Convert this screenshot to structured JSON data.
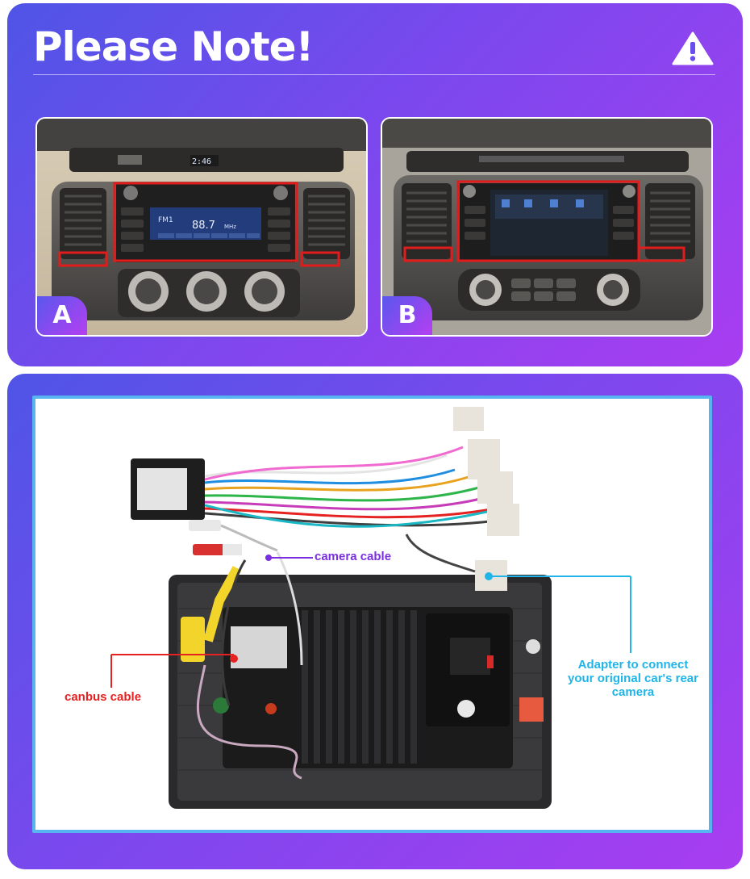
{
  "header": {
    "title": "Please Note!",
    "warning_icon": "warning-triangle-icon"
  },
  "photos": [
    {
      "badge": "A",
      "clock": "2:46",
      "radio_band": "FM1",
      "radio_freq": "88.7",
      "radio_unit": "MHz"
    },
    {
      "badge": "B"
    }
  ],
  "labels": {
    "camera": "camera cable",
    "canbus": "canbus cable",
    "adapter": "Adapter to connect your original car's rear camera"
  },
  "colors": {
    "panel_gradient_start": "#4f55e6",
    "panel_gradient_end": "#a83df0",
    "highlight": "#e21b1b",
    "camera_label": "#7b2fe0",
    "canbus_label": "#e52121",
    "adapter_label": "#1fb5e8",
    "frame_border": "#58b4f0"
  }
}
